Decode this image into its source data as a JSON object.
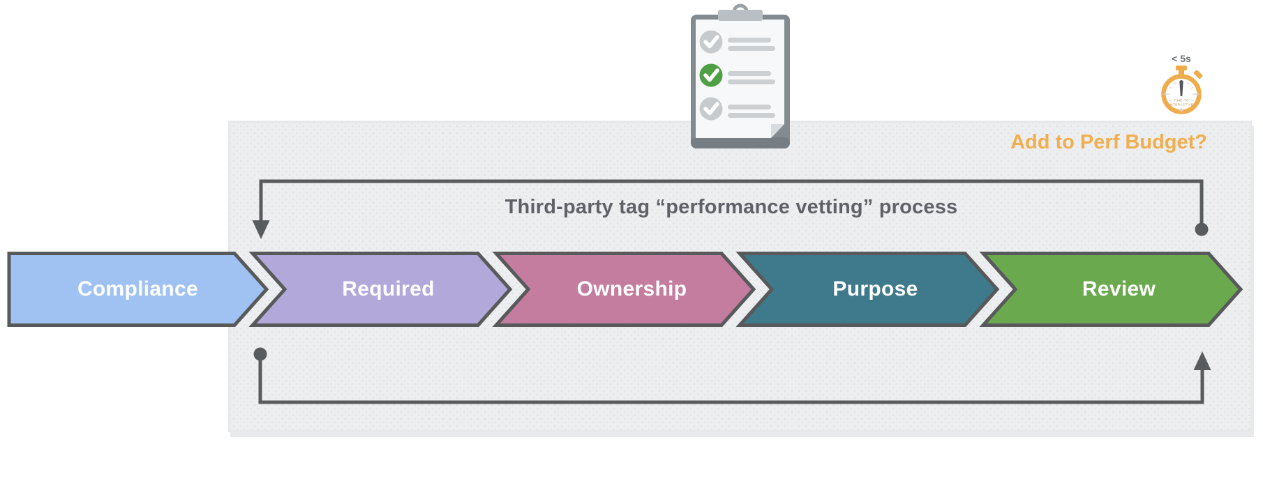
{
  "panel": {
    "title": "Third-party tag “performance vetting” process",
    "perf_budget_question": "Add to Perf Budget?"
  },
  "stages": [
    {
      "label": "Compliance",
      "color": "#a0c2f2"
    },
    {
      "label": "Required",
      "color": "#b2a8d9"
    },
    {
      "label": "Ownership",
      "color": "#c47c9f"
    },
    {
      "label": "Purpose",
      "color": "#3e7a8b"
    },
    {
      "label": "Review",
      "color": "#6ba94e"
    }
  ],
  "stopwatch": {
    "label": "< 5s",
    "face_label_line1": "TIME-TO",
    "face_label_line2": "INTERACTIVE"
  },
  "icons": {
    "clipboard": "checklist-clipboard-icon",
    "stopwatch": "stopwatch-icon"
  },
  "colors": {
    "accent_orange": "#f0ae4e",
    "loop_line_gray": "#595c5e",
    "title_gray": "#5f6368",
    "panel_background": "#edeef0",
    "stage_border": "#58595b",
    "stage_text": "#ffffff",
    "check_green": "#4f9f44",
    "check_gray": "#c7cbce"
  }
}
